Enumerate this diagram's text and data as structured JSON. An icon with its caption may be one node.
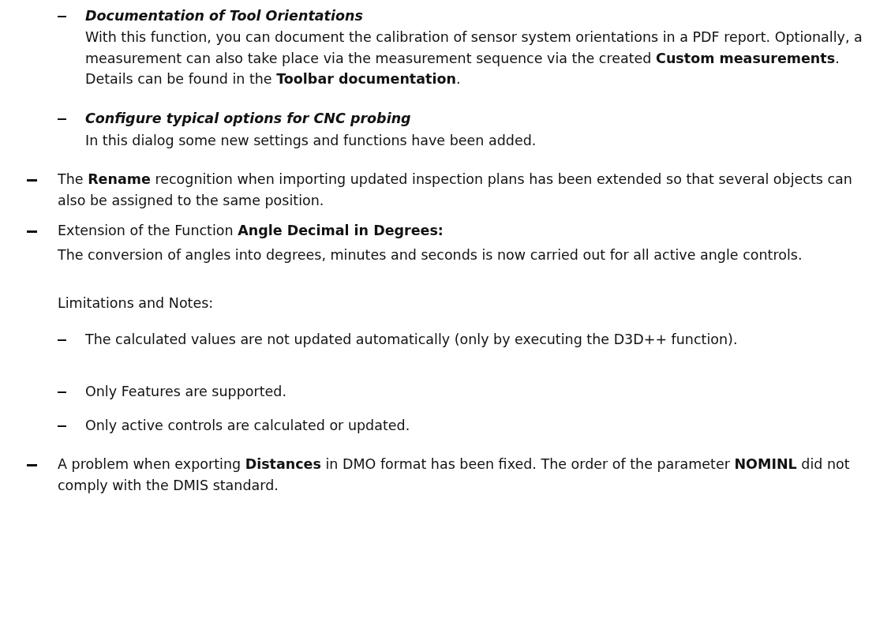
{
  "diagram": {
    "labels": [
      "Documentation of Tool Orientations",
      "With this function, you can document the calibration of sensor system orientations in a PDF report. Optionally, a measurement can also take place via the measurement sequence via the created **Custom measurements**. Details can be found in the **Toolbar documentation**.",
      "Configure typical options for CNC probing",
      "In this dialog some new settings and functions have been added.",
      "The **Rename** recognition when importing updated inspection plans has been extended so that several objects can also be assigned to the same position.",
      "Extension of the Function **Angle Decimal in Degrees:**",
      "The conversion of angles into degrees, minutes and seconds is now carried out for all active angle controls.",
      "Limitations and Notes:",
      "The calculated values are not updated automatically (only by executing the D3D++ function).",
      "Only Features are supported.",
      "Only active controls are calculated or updated.",
      "A problem when exporting **Distances** in DMO format has been fixed. The order of the parameter **NOMINL** did not comply with the DMIS standard."
    ]
  }
}
